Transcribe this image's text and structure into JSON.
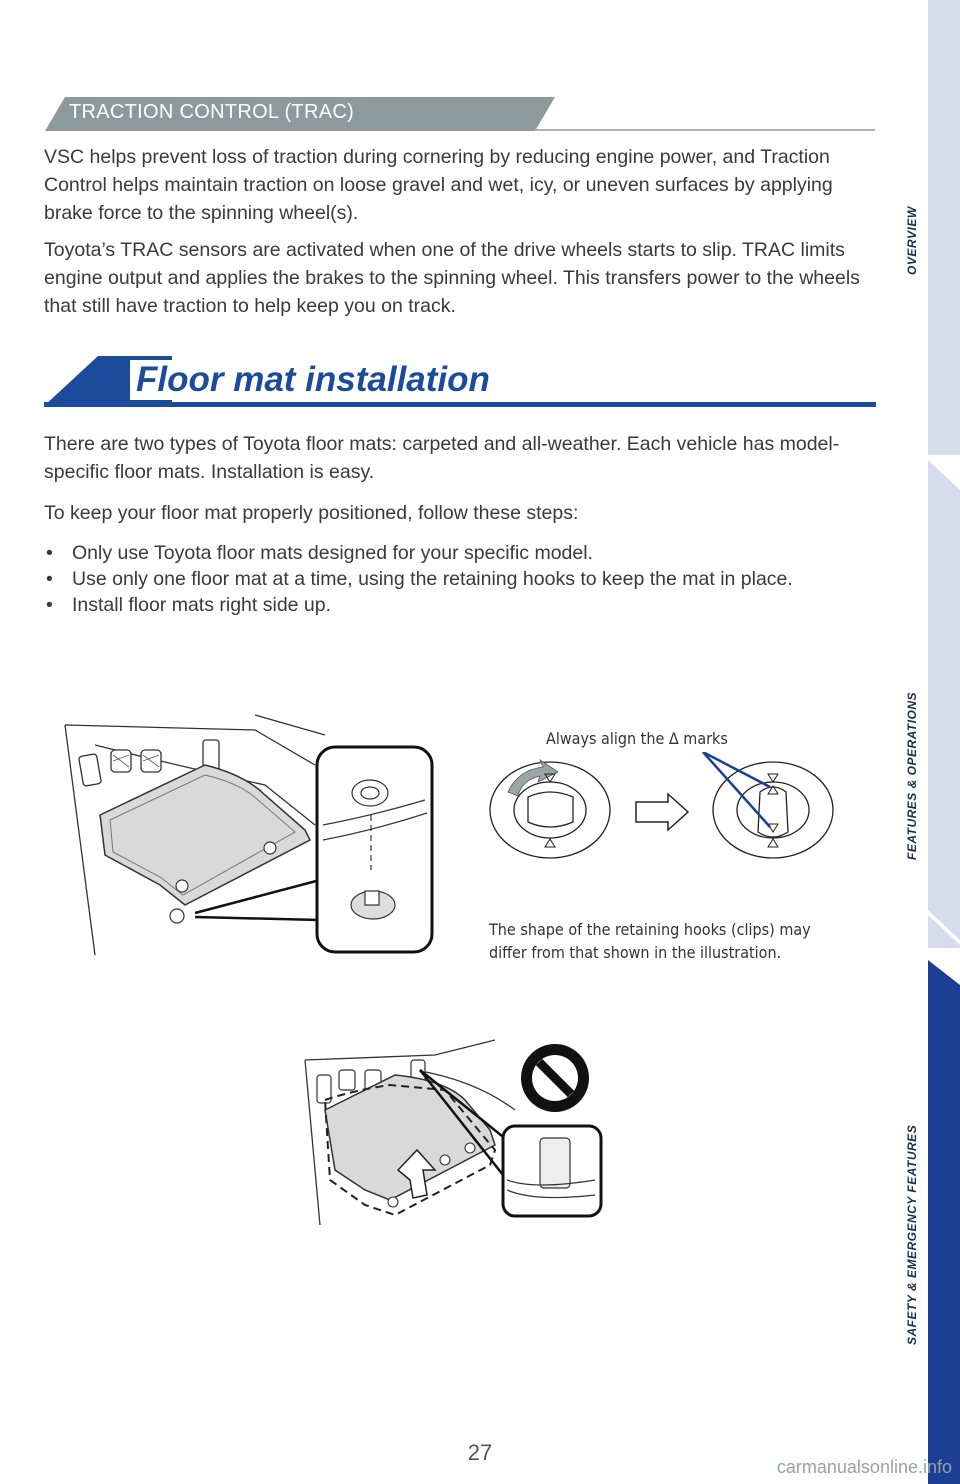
{
  "section_header": {
    "label": "TRACTION CONTROL (TRAC)"
  },
  "paragraphs": {
    "p1": "VSC helps prevent loss of traction during cornering by reducing engine power, and Traction Control helps maintain traction on loose gravel and wet, icy, or uneven surfaces by applying brake force to the spinning wheel(s).",
    "p2": "Toyota’s TRAC sensors are activated when one of the drive wheels starts to slip. TRAC limits engine output and applies the brakes to the spinning wheel. This transfers power to the wheels that still have traction to help keep you on track."
  },
  "floor_mat": {
    "title": "Floor mat installation",
    "intro": "There are two types of Toyota floor mats: carpeted and all-weather. Each vehicle has model-specific floor mats. Installation is easy.",
    "steps_intro": "To keep your floor mat properly positioned, follow these steps:",
    "bullets": [
      "Only use Toyota floor mats designed for your specific model.",
      "Use only one floor mat at a time, using the retaining hooks to keep the mat in place.",
      "Install floor mats right side up."
    ]
  },
  "figure": {
    "align_caption": "Always align the Δ marks",
    "shape_caption": "The shape of the retaining hooks (clips) may differ from that shown in the illustration."
  },
  "sidebar": {
    "tabs": [
      "OVERVIEW",
      "FEATURES & OPERATIONS",
      "SAFETY & EMERGENCY FEATURES"
    ],
    "colors": {
      "light": "#d5ddec",
      "active": "#1c3f94"
    }
  },
  "page_number": "27",
  "watermark": "carmanualsonline.info"
}
